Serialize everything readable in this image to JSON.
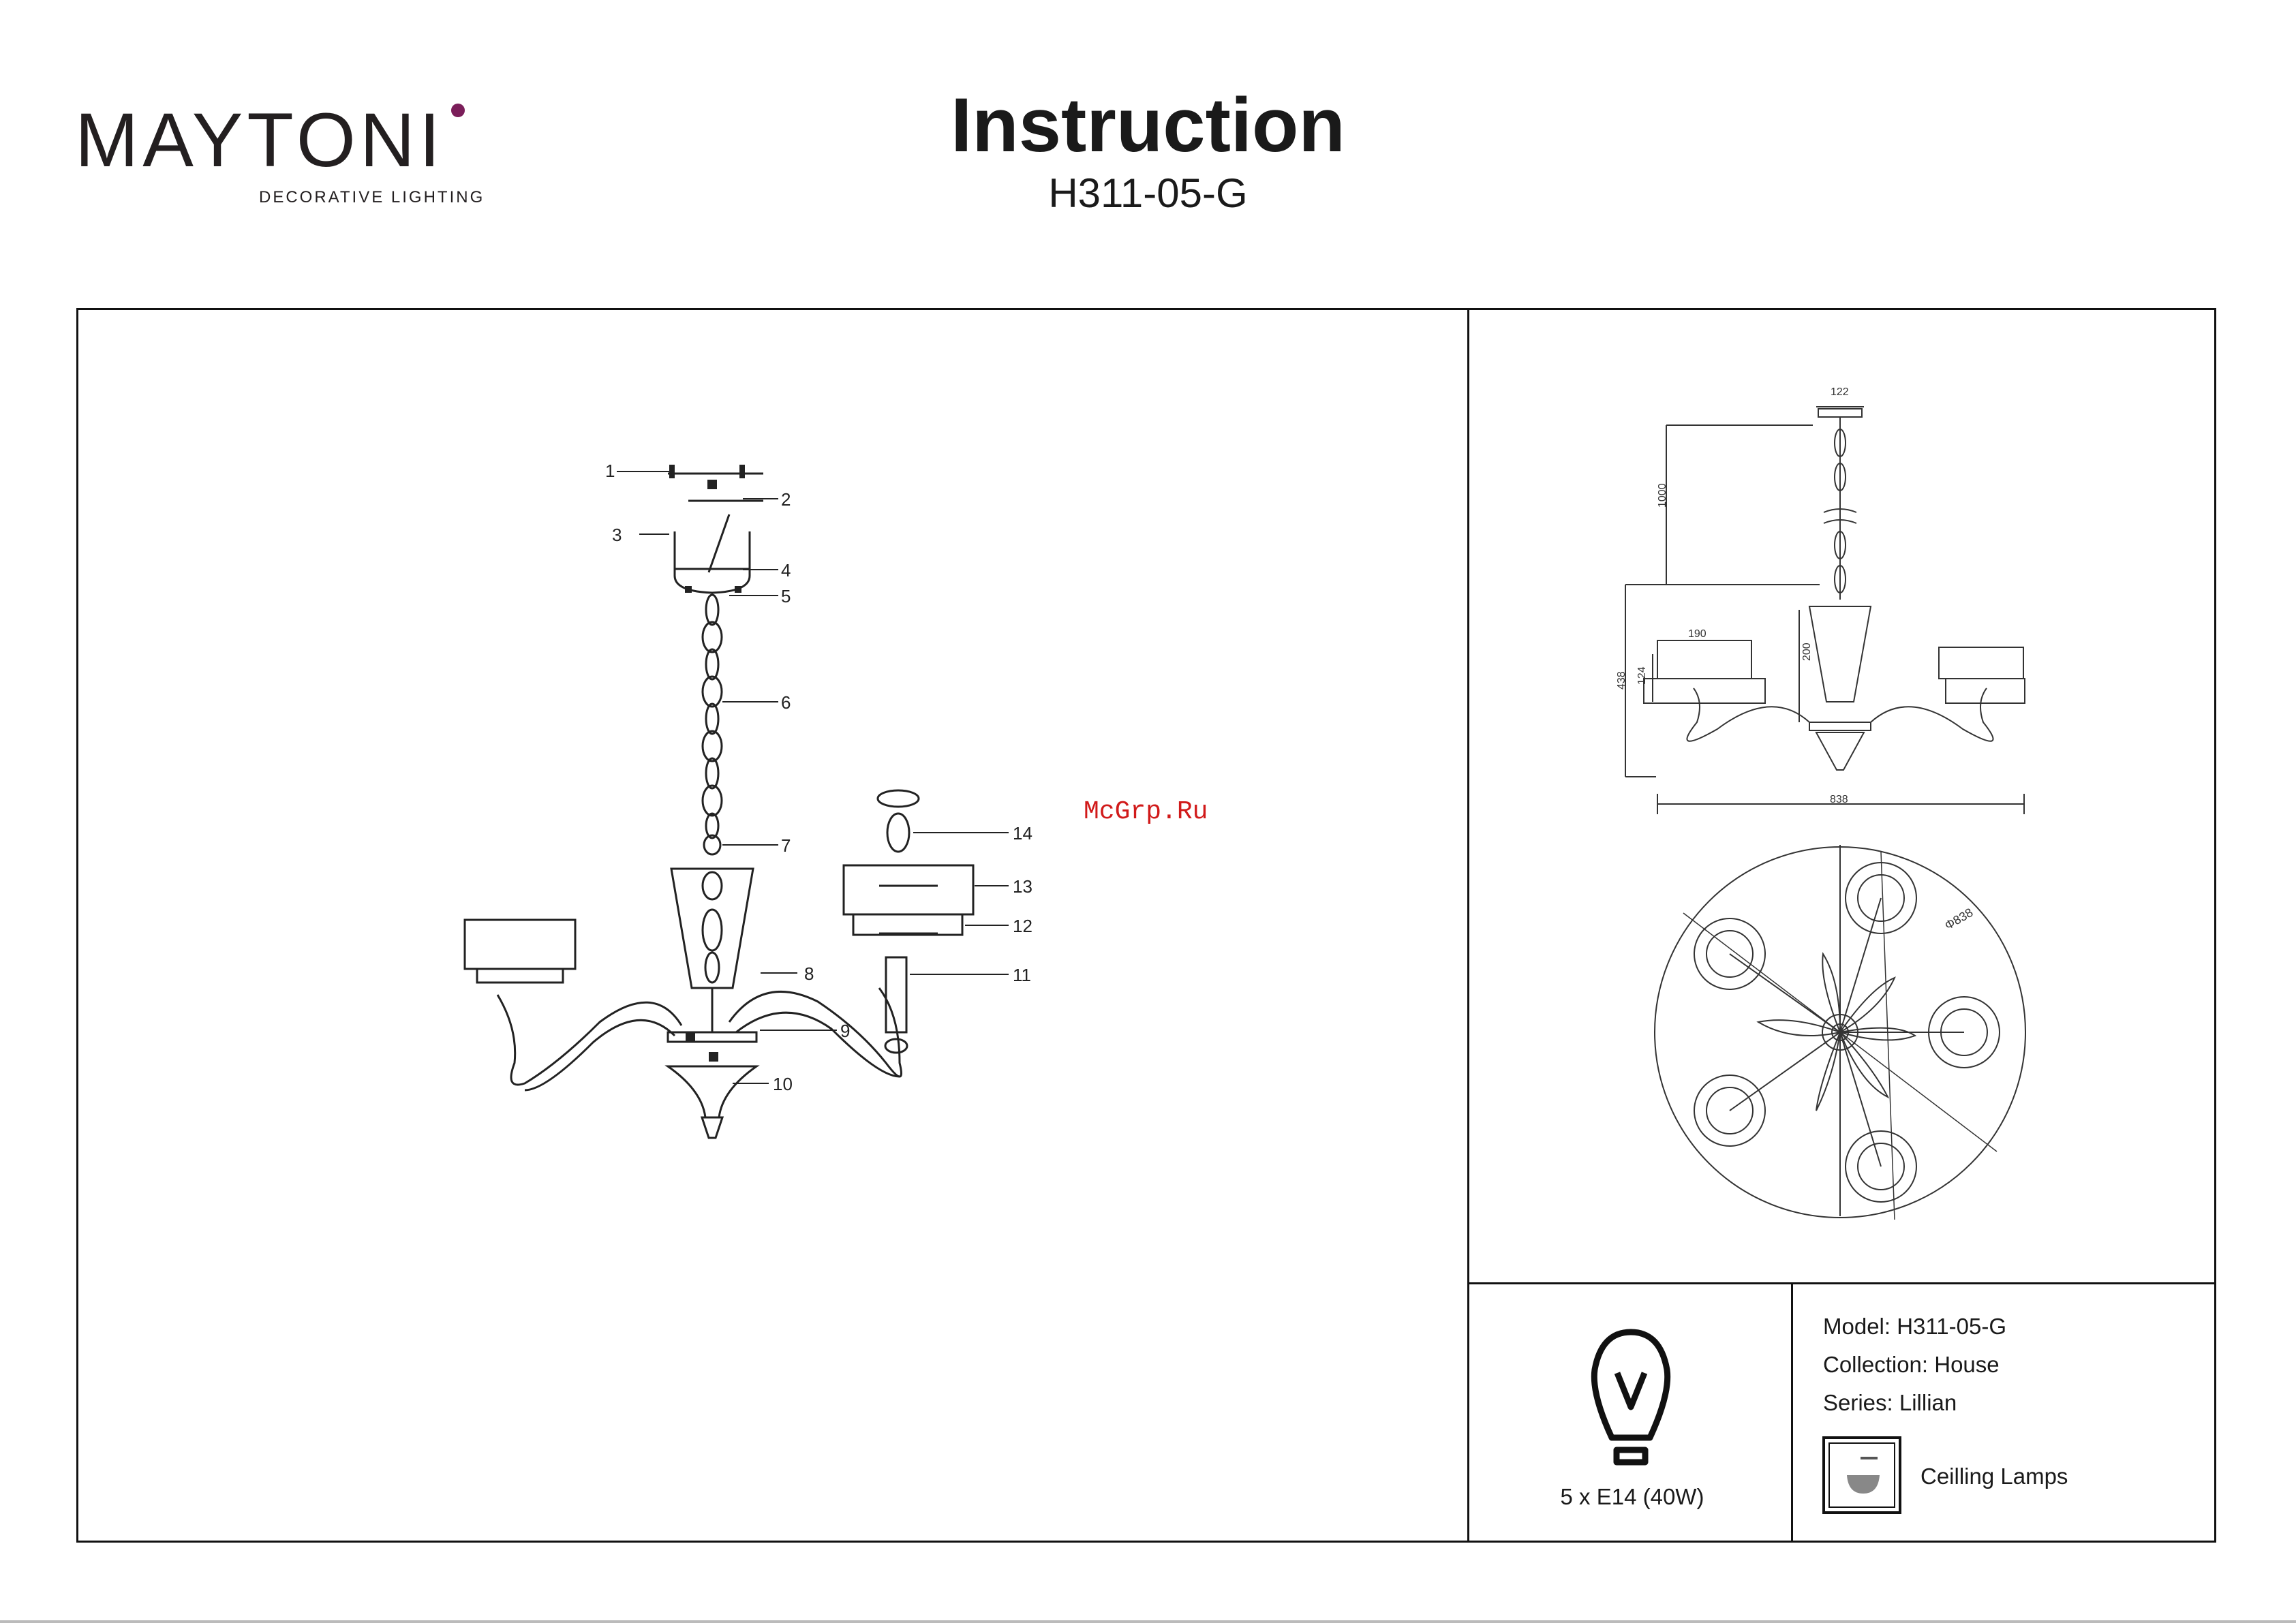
{
  "header": {
    "brand": "MAYTONI",
    "tagline": "DECORATIVE LIGHTING",
    "title": "Instruction",
    "model_code": "H311-05-G"
  },
  "watermark": "McGrp.Ru",
  "assembly": {
    "parts": [
      "1",
      "2",
      "3",
      "4",
      "5",
      "6",
      "7",
      "8",
      "9",
      "10",
      "11",
      "12",
      "13",
      "14"
    ]
  },
  "dimensions": {
    "canopy": "122",
    "chain": "1000",
    "shade_width": "190",
    "body": "200",
    "total_height": "438",
    "shade_height": "124",
    "width": "838",
    "diameter": "Φ838"
  },
  "bulb": {
    "label": "5 x E14 (40W)",
    "icon": "bulb-icon"
  },
  "specs": {
    "model": "Model: H311-05-G",
    "collection": "Collection: House",
    "series": "Series: Lillian",
    "type_label": "Ceilling Lamps",
    "type_icon": "ceiling-lamp-icon"
  },
  "colors": {
    "brand_dot": "#7b1e5a",
    "watermark": "#d11a1a",
    "line": "#111111"
  }
}
